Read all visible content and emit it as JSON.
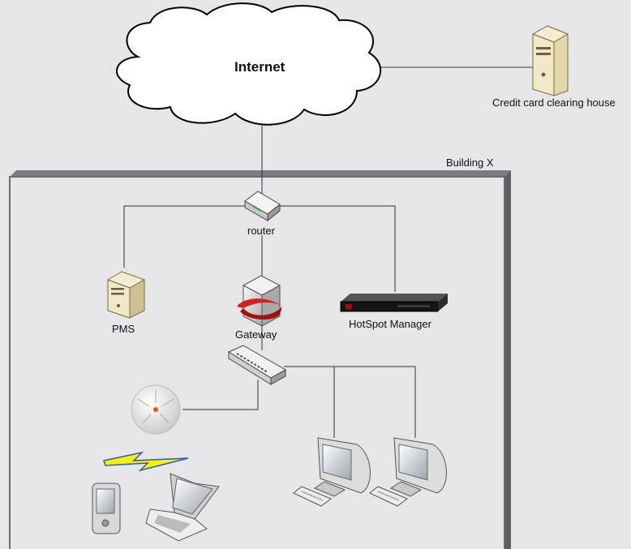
{
  "diagram": {
    "cloud_label": "Internet",
    "building_label": "Building X",
    "nodes": {
      "clearing_house": "Credit card clearing house",
      "router": "router",
      "pms": "PMS",
      "gateway": "Gateway",
      "hotspot_manager": "HotSpot Manager"
    }
  }
}
